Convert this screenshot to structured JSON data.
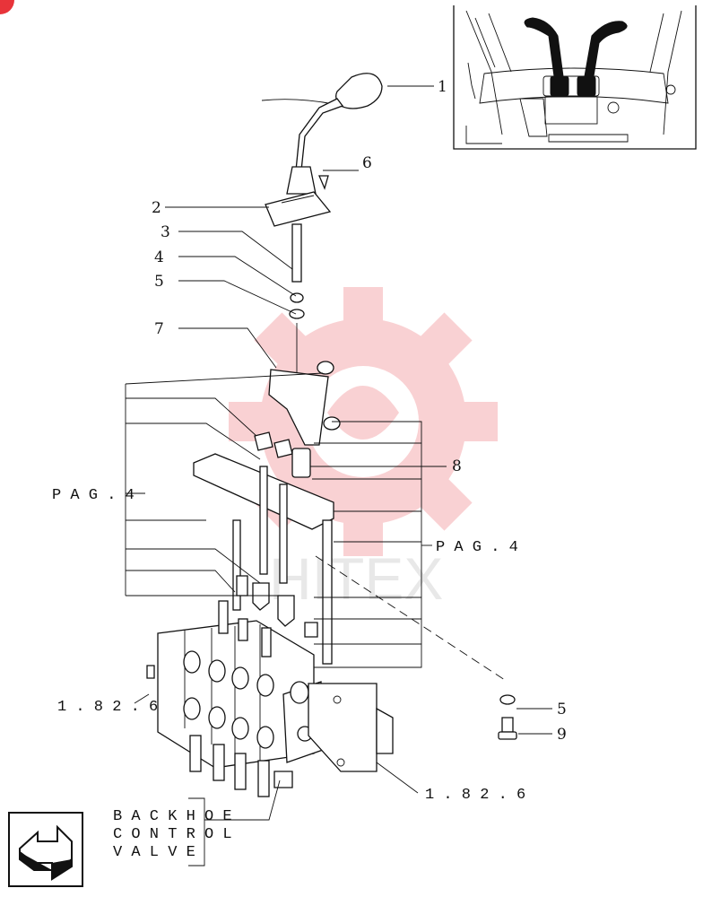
{
  "callouts": {
    "c1": "1",
    "c2": "2",
    "c3": "3",
    "c4": "4",
    "c5": "5",
    "c6": "6",
    "c7": "7",
    "c8": "8",
    "c5b": "5",
    "c9": "9"
  },
  "references": {
    "pag_left": "P A G .   4",
    "pag_right": "P A G .   4",
    "ref_left": "1 . 8 2 . 6",
    "ref_bottom": "1 . 8 2 . 6"
  },
  "caption": {
    "line1": "B A C K H O E",
    "line2": "C O N T R O L",
    "line3": "V A L V E"
  },
  "watermark": {
    "text": "HITEX",
    "color": "#e8343a"
  },
  "nav": {
    "icon": "return-arrow-icon"
  }
}
